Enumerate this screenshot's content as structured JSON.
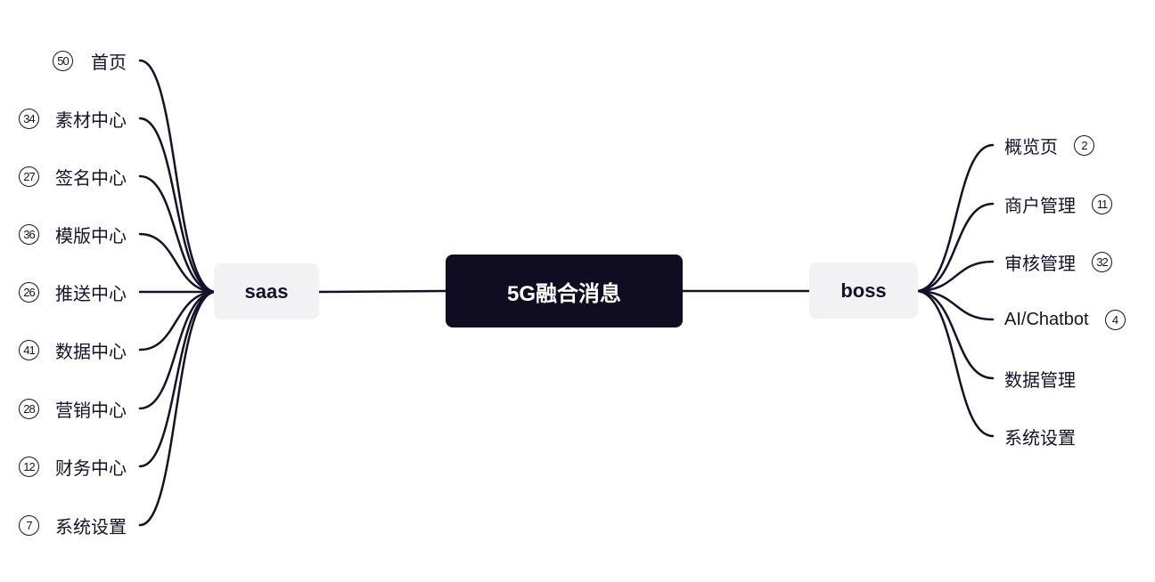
{
  "root": {
    "label": "5G融合消息"
  },
  "branches": {
    "saas": {
      "label": "saas",
      "children": [
        {
          "label": "首页",
          "badge": "50"
        },
        {
          "label": "素材中心",
          "badge": "34"
        },
        {
          "label": "签名中心",
          "badge": "27"
        },
        {
          "label": "模版中心",
          "badge": "36"
        },
        {
          "label": "推送中心",
          "badge": "26"
        },
        {
          "label": "数据中心",
          "badge": "41"
        },
        {
          "label": "营销中心",
          "badge": "28"
        },
        {
          "label": "财务中心",
          "badge": "12"
        },
        {
          "label": "系统设置",
          "badge": "7"
        }
      ]
    },
    "boss": {
      "label": "boss",
      "children": [
        {
          "label": "概览页",
          "badge": "2"
        },
        {
          "label": "商户管理",
          "badge": "11"
        },
        {
          "label": "审核管理",
          "badge": "32"
        },
        {
          "label": "AI/Chatbot",
          "badge": "4"
        },
        {
          "label": "数据管理",
          "badge": null
        },
        {
          "label": "系统设置",
          "badge": null
        }
      ]
    }
  },
  "colors": {
    "line": "#14122a",
    "root_bg": "#100d22",
    "branch_bg": "#f2f2f4"
  }
}
